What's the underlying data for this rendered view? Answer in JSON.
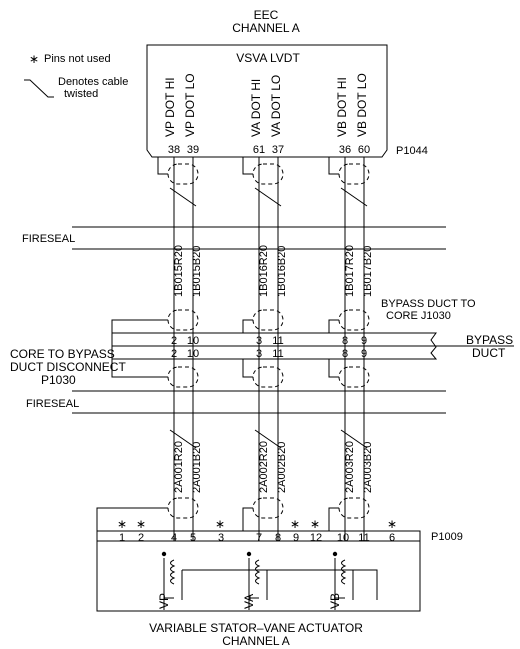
{
  "top_title": [
    "EEC",
    "CHANNEL A"
  ],
  "legend": {
    "pins_not_used": "Pins not used",
    "twisted": [
      "Denotes cable",
      "twisted"
    ],
    "asterisk": "∗"
  },
  "vsva_box": {
    "title": "VSVA LVDT",
    "signals": [
      "VP DOT HI",
      "VP DOT LO",
      "VA DOT HI",
      "VA DOT LO",
      "VB DOT HI",
      "VB DOT LO"
    ],
    "pins": [
      "38",
      "39",
      "61",
      "37",
      "36",
      "60"
    ],
    "connector": "P1044"
  },
  "fireseal_labels": [
    "FIRESEAL",
    "FIRESEAL"
  ],
  "upper_wires": [
    "1B015R20",
    "1B015B20",
    "1B016R20",
    "1B016B20",
    "1B017R20",
    "1B017B20"
  ],
  "bypass": {
    "right_label": [
      "BYPASS DUCT TO",
      "CORE J1030"
    ],
    "duct_label": [
      "BYPASS",
      "DUCT"
    ],
    "left_label": [
      "CORE TO BYPASS",
      "DUCT DISCONNECT",
      "P1030"
    ],
    "pins_upper": [
      "2",
      "10",
      "3",
      "11",
      "8",
      "9"
    ],
    "pins_lower": [
      "2",
      "10",
      "3",
      "11",
      "8",
      "9"
    ]
  },
  "lower_wires": [
    "2A001R20",
    "2A001B20",
    "2A002R20",
    "2A002B20",
    "2A003R20",
    "2A003B20"
  ],
  "actuator": {
    "pins": [
      "1",
      "2",
      "4",
      "5",
      "3",
      "7",
      "8",
      "9",
      "12",
      "10",
      "11",
      "6"
    ],
    "connector": "P1009",
    "coils": [
      "VP",
      "VA",
      "VB"
    ],
    "title": [
      "VARIABLE STATOR–VANE ACTUATOR",
      "CHANNEL A"
    ]
  }
}
